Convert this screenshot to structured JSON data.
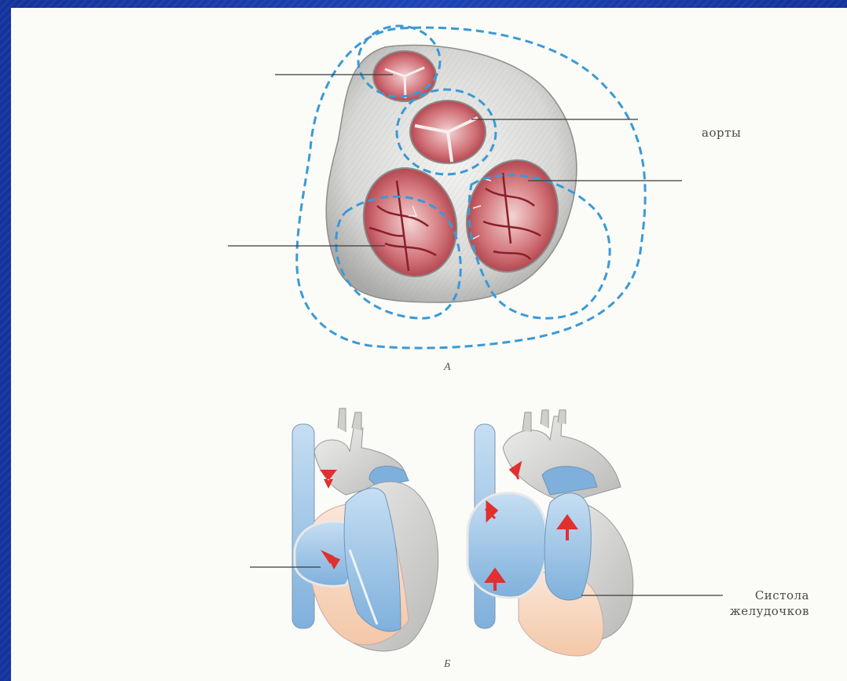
{
  "figure_a": {
    "letter": "А",
    "labels": {
      "aorta": "аорты"
    }
  },
  "figure_b": {
    "letter": "Б",
    "labels": {
      "systole_line1": "Систола",
      "systole_line2": "желудочков"
    }
  },
  "colors": {
    "background": "#1636a0",
    "dashed_outline": "#3a9ad6",
    "valve_red": "#c0484e",
    "blood_blue": "#8fc0e0",
    "arrow_red": "#e03030"
  }
}
